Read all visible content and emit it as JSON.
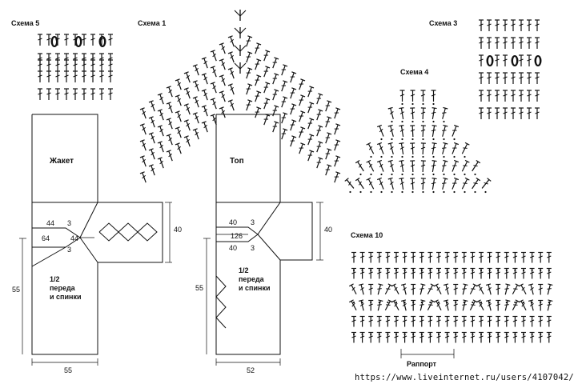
{
  "schemes": {
    "s5": "Схема 5",
    "s1": "Схема 1",
    "s3": "Схема 3",
    "s4": "Схема 4",
    "s10": "Схема 10"
  },
  "jacket": {
    "title": "Жакет",
    "part_line1": "1/2",
    "part_line2": "переда",
    "part_line3": "и спинки",
    "d44a": "44",
    "d3a": "3",
    "d64": "64",
    "d44b": "44",
    "d3b": "3",
    "d40": "40",
    "d55": "55",
    "d55w": "55"
  },
  "top": {
    "title": "Топ",
    "part_line1": "1/2",
    "part_line2": "переда",
    "part_line3": "и спинки",
    "d40a": "40",
    "d3a": "3",
    "d126": "126",
    "d40b": "40",
    "d3b": "3",
    "d40": "40",
    "d55": "55",
    "d52": "52"
  },
  "rapport": "Раппорт",
  "url": "https://www.liveinternet.ru/users/4107042/"
}
